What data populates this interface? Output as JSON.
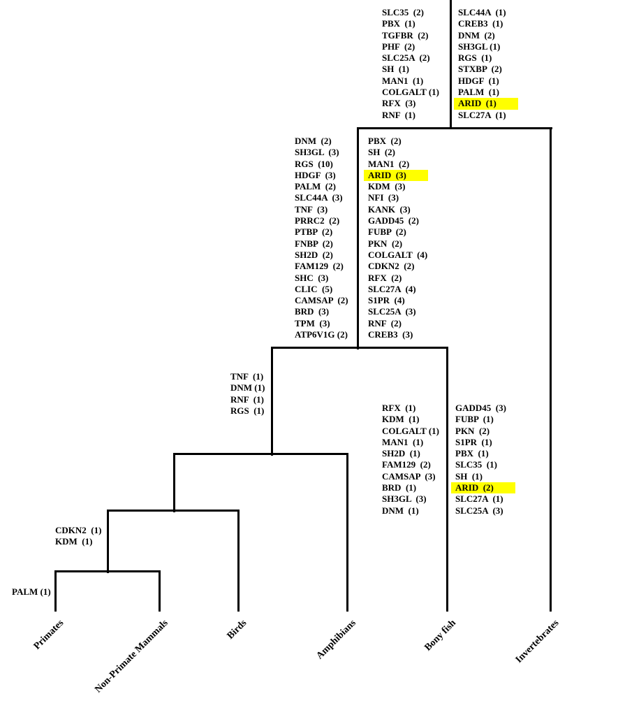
{
  "taxa": [
    "Primates",
    "Non-Primate Mammals",
    "Birds",
    "Amphibians",
    "Bony fish",
    "Invertebrates"
  ],
  "highlight_color": "#ffff00",
  "gene_lists": {
    "root_left": [
      "SLC35  (2)",
      "PBX  (1)",
      "TGFBR  (2)",
      "PHF  (2)",
      "SLC25A  (2)",
      "SH  (1)",
      "MAN1  (1)",
      "COLGALT (1)",
      "RFX  (3)",
      "RNF  (1)"
    ],
    "invertebrates": [
      "SLC44A  (1)",
      "CREB3  (1)",
      "DNM  (2)",
      "SH3GL (1)",
      "RGS  (1)",
      "STXBP  (2)",
      "HDGF  (1)",
      "PALM  (1)",
      "ARID  (1)",
      "SLC27A  (1)"
    ],
    "vertebrates_left": [
      "DNM  (2)",
      "SH3GL  (3)",
      "RGS  (10)",
      "HDGF  (3)",
      "PALM  (2)",
      "SLC44A  (3)",
      "TNF  (3)",
      "PRRC2  (2)",
      "PTBP  (2)",
      "FNBP  (2)",
      "SH2D  (2)",
      "FAM129  (2)",
      "SHC  (3)",
      "CLIC  (5)",
      "CAMSAP  (2)",
      "BRD  (3)",
      "TPM  (3)",
      "ATP6V1G (2)"
    ],
    "vertebrates_right": [
      "PBX  (2)",
      "SH  (2)",
      "MAN1  (2)",
      "ARID  (3)",
      "KDM  (3)",
      "NFI  (3)",
      "KANK  (3)",
      "GADD45  (2)",
      "FUBP  (2)",
      "PKN  (2)",
      "COLGALT  (4)",
      "CDKN2  (2)",
      "RFX  (2)",
      "SLC27A  (4)",
      "S1PR  (4)",
      "SLC25A  (3)",
      "RNF  (2)",
      "CREB3  (3)"
    ],
    "tetrapods": [
      "TNF  (1)",
      "DNM (1)",
      "RNF  (1)",
      "RGS  (1)"
    ],
    "bony_fish_left": [
      "RFX  (1)",
      "KDM  (1)",
      "COLGALT (1)",
      "MAN1  (1)",
      "SH2D  (1)",
      "FAM129  (2)",
      "CAMSAP  (3)",
      "BRD  (1)",
      "SH3GL  (3)",
      "DNM  (1)"
    ],
    "bony_fish_right": [
      "GADD45  (3)",
      "FUBP  (1)",
      "PKN  (2)",
      "S1PR  (1)",
      "PBX  (1)",
      "SLC35  (1)",
      "SH  (1)",
      "ARID  (2)",
      "SLC27A  (1)",
      "SLC25A  (3)"
    ],
    "mammals": [
      "CDKN2  (1)",
      "KDM  (1)"
    ],
    "primates": [
      "PALM (1)"
    ]
  }
}
